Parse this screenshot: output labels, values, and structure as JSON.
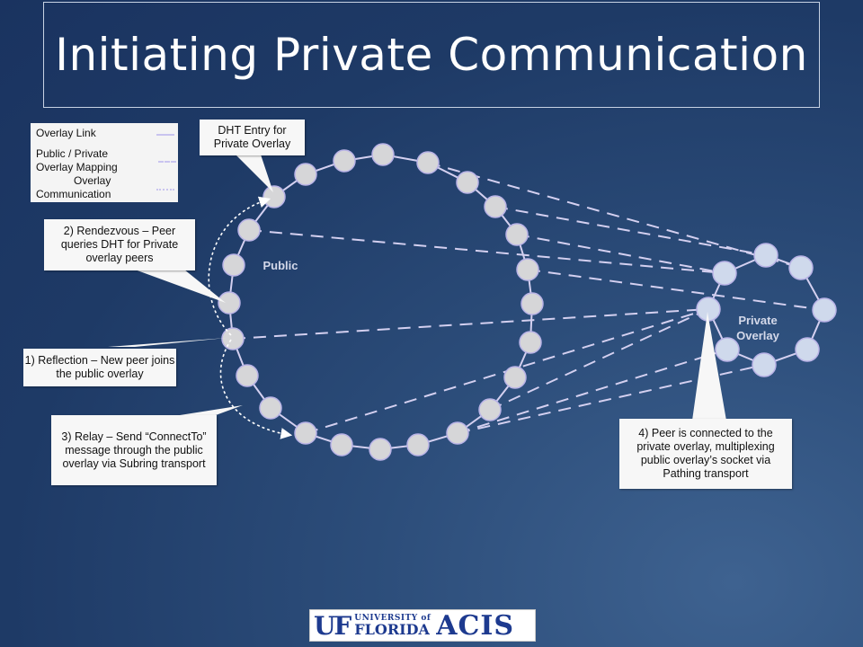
{
  "title": "Initiating Private Communication",
  "legend": {
    "overlay_link": "Overlay Link",
    "mapping_line1": "Public / Private",
    "mapping_line2": "Overlay Mapping",
    "comm_line1": "Overlay",
    "comm_line2": "Communication"
  },
  "rings": {
    "public_label": "Public",
    "private_label_1": "Private",
    "private_label_2": "Overlay"
  },
  "callouts": {
    "dht_entry": "DHT Entry for Private Overlay",
    "rendezvous": "2) Rendezvous – Peer queries DHT for Private overlay peers",
    "reflection": "1) Reflection – New peer joins the public overlay",
    "relay": "3) Relay – Send “ConnectTo” message through the public overlay via Subring transport",
    "peer_connected": "4) Peer is connected to the private overlay, multiplexing public overlay’s socket via Pathing transport"
  },
  "logo": {
    "uf": "UF",
    "university_of": "UNIVERSITY of",
    "florida": "FLORIDA",
    "acis": "ACIS"
  },
  "colors": {
    "link": "#d4d0f0",
    "node_fill": "#d6d6d8",
    "node_stroke": "#b9b3e6",
    "private_node_fill": "#cfd9ec"
  }
}
